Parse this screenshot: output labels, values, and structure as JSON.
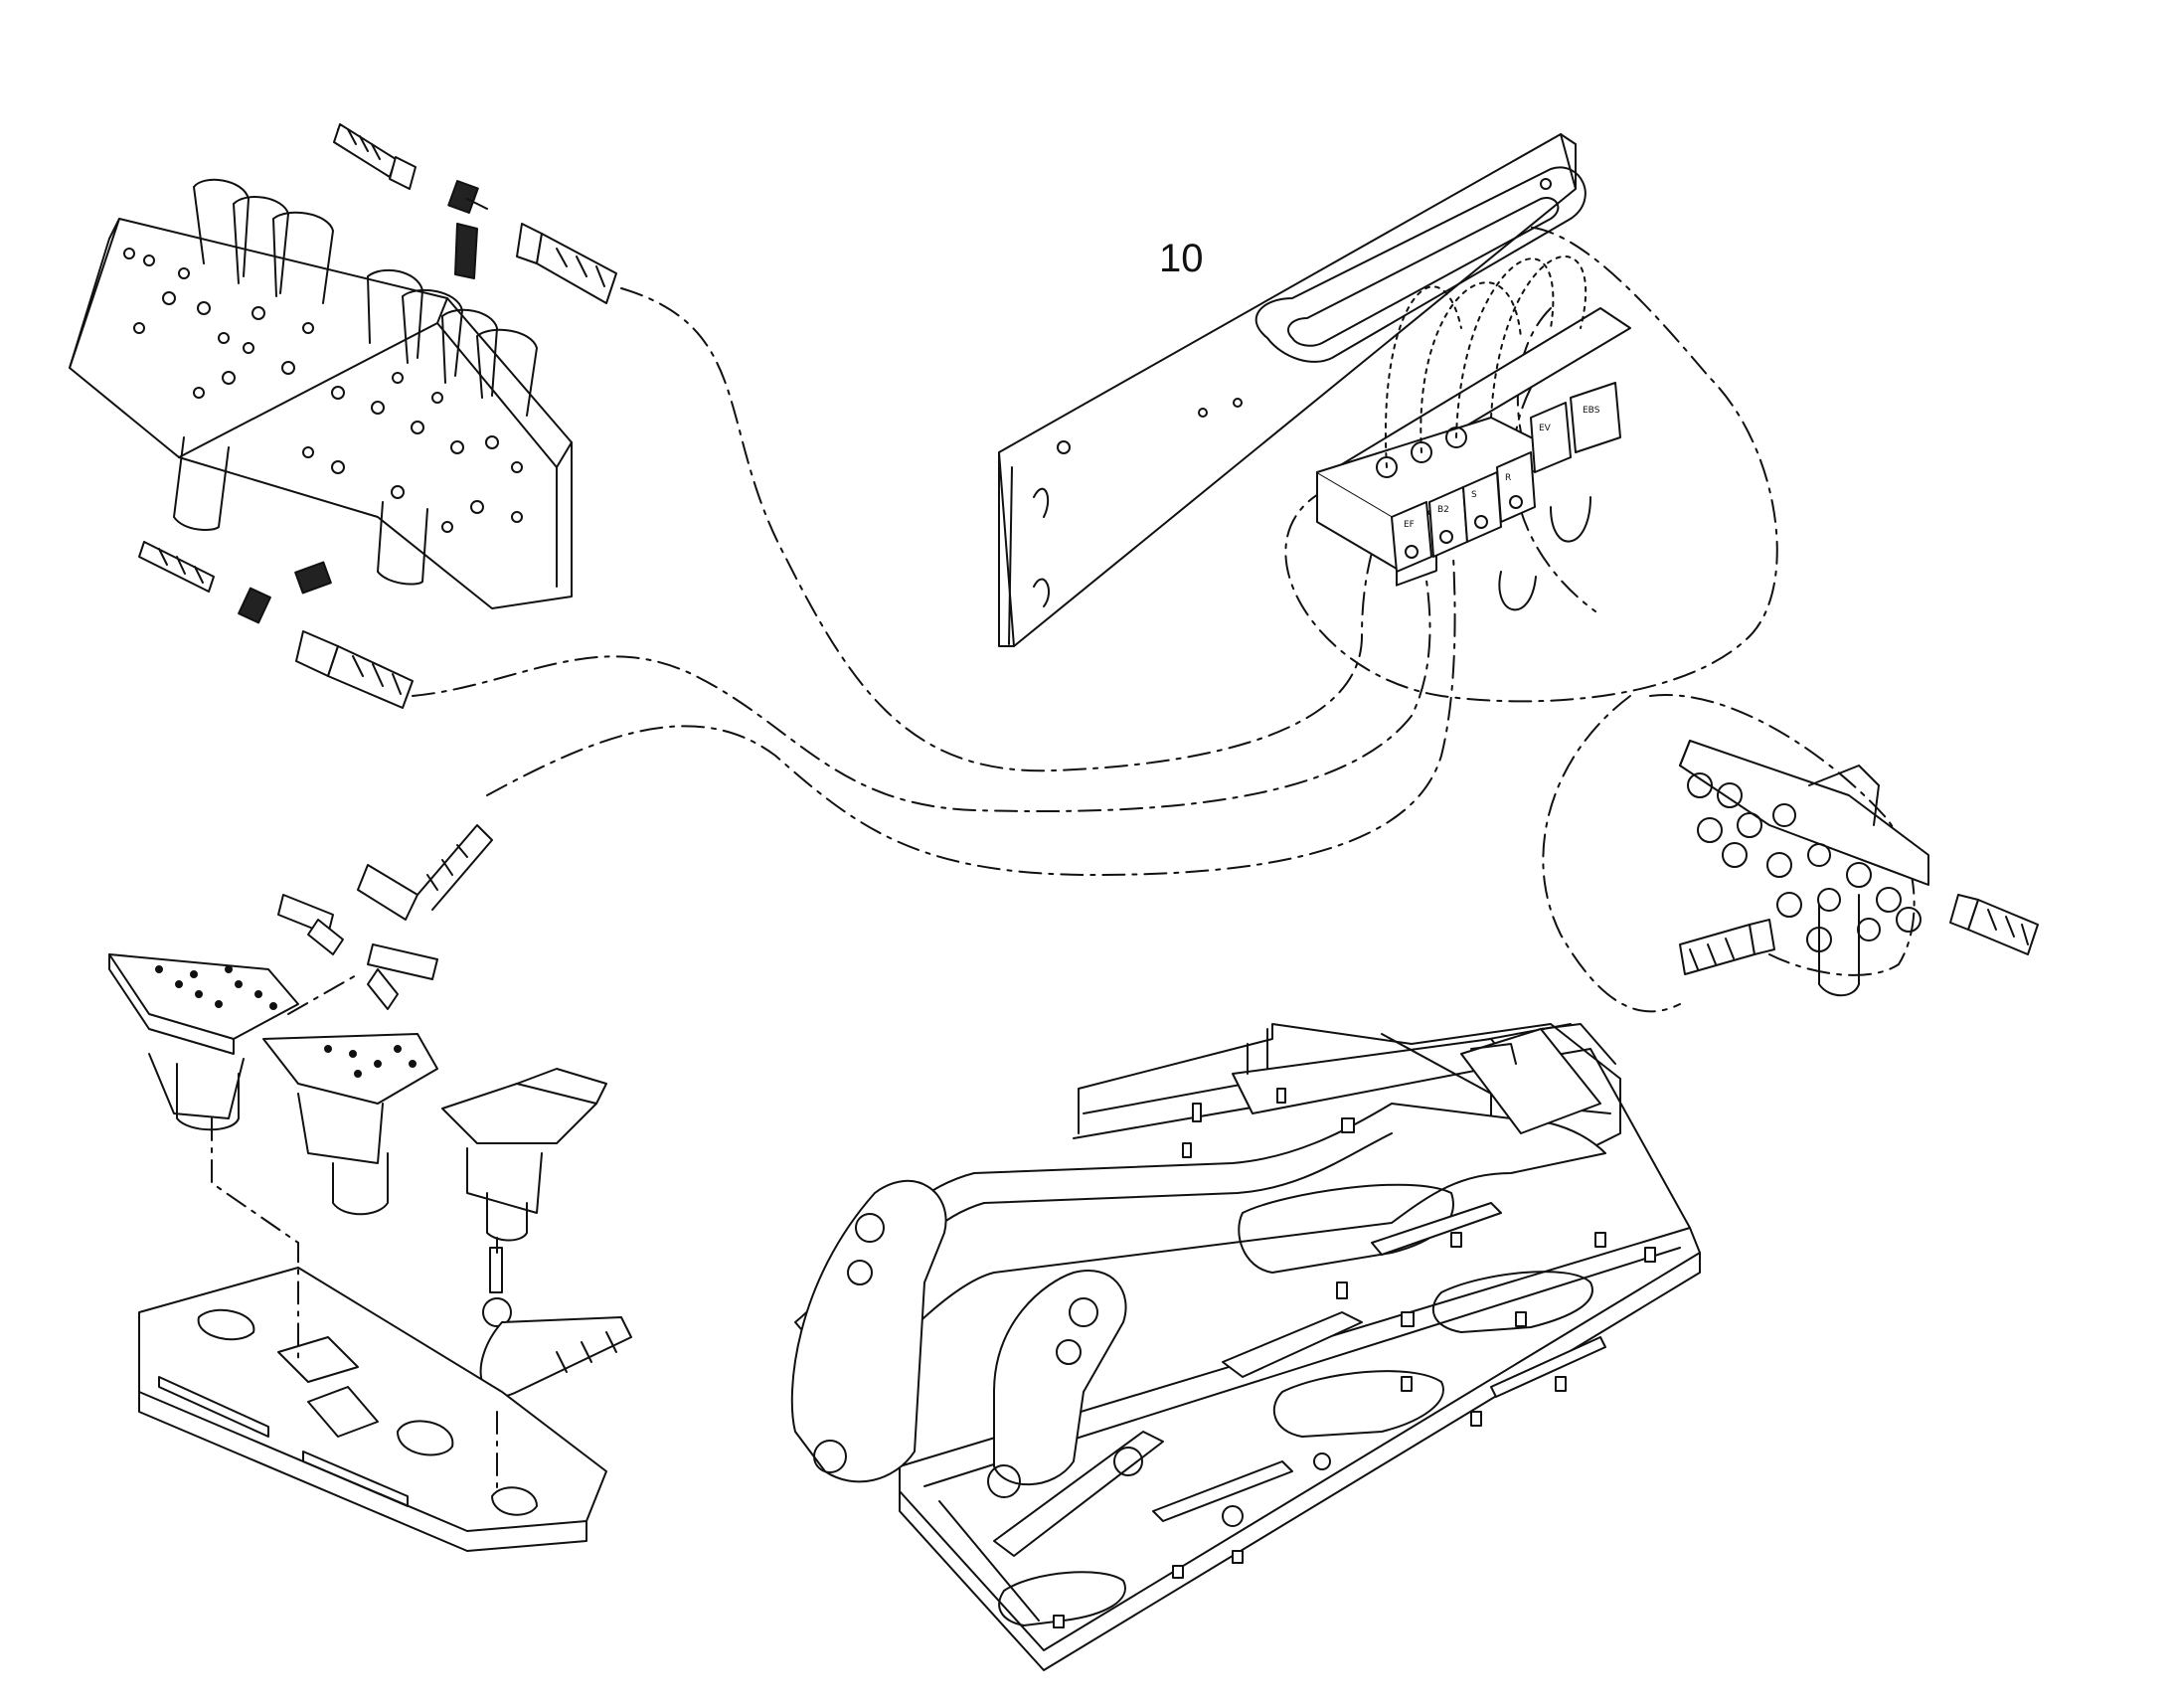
{
  "diagram": {
    "callouts": [
      {
        "id": "callout-10",
        "label": "10"
      }
    ],
    "tags": {
      "tag_1": "EF",
      "tag_2": "B2",
      "tag_3": "S",
      "tag_4": "R",
      "tag_5": "EV",
      "tag_6": "EBS"
    },
    "colors": {
      "line": "#111111",
      "light_line": "#555555",
      "background": "#ffffff",
      "hose_fill": "#444444"
    },
    "icons": {
      "valve_block": "hydraulic-valve-block",
      "mounting_plate": "mounting-plate-with-blocks",
      "manifold": "distribution-manifold",
      "pedals": "foot-pedal-assembly",
      "frame": "chassis-frame"
    }
  }
}
